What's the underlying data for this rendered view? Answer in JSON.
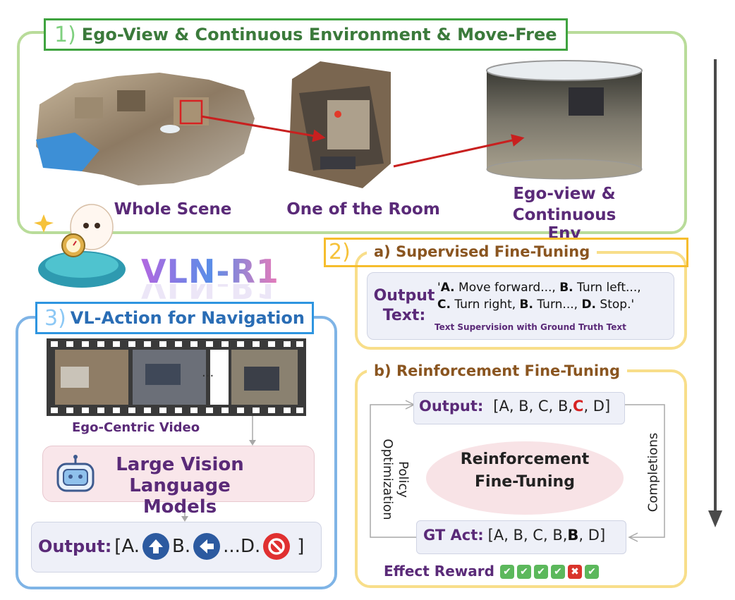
{
  "section1": {
    "number": "1)",
    "title": "Ego-View & Continuous Environment & Move-Free",
    "captions": {
      "whole_scene": "Whole Scene",
      "room": "One of the Room",
      "ego_line1": "Ego-view &",
      "ego_line2": "Continuous Env"
    }
  },
  "logo": {
    "text": "VLN-R1"
  },
  "section2": {
    "number": "2)",
    "sft": {
      "title": "a) Supervised Fine-Tuning",
      "output_label_line1": "Output",
      "output_label_line2": "Text:",
      "text": {
        "q1": "'",
        "a": "A.",
        "a_text": " Move forward..., ",
        "b": "B.",
        "b_text": " Turn left...,",
        "c": "C.",
        "c_text": " Turn right, ",
        "b2": "B.",
        "b2_text": " Turn..., ",
        "d": "D.",
        "d_text": " Stop.'"
      },
      "supervision_note": "Text Supervision with Ground Truth Text"
    },
    "rft": {
      "title": "b) Reinforcement Fine-Tuning",
      "output_label": "Output:",
      "output_pre": "[A, B, C, B, ",
      "output_highlight": "C",
      "output_post": ", D]",
      "center_line1": "Reinforcement",
      "center_line2": "Fine-Tuning",
      "left_line1": "Policy",
      "left_line2": "Optimization",
      "right_label": "Completions",
      "gt_label": "GT Act:",
      "gt_pre": "[A, B, C, B, ",
      "gt_highlight": "B",
      "gt_post": ", D]",
      "reward_label": "Effect Reward",
      "rewards": [
        "correct",
        "correct",
        "correct",
        "correct",
        "wrong",
        "correct"
      ]
    }
  },
  "section3": {
    "number": "3)",
    "title": "VL-Action for Navigation",
    "ellipsis": "...",
    "video_caption": "Ego-Centric Video",
    "lvlm_line1": "Large Vision",
    "lvlm_line2": "Language Models",
    "output_label": "Output:",
    "open": "[A.",
    "b": "B.",
    "d": "...D.",
    "close": "]",
    "icons": [
      "arrow-up-icon",
      "arrow-left-icon",
      "stop-icon"
    ]
  },
  "colors": {
    "green_border": "#b9dc9a",
    "blue_border": "#7fb4e6",
    "yellow_border": "#f8de8a",
    "purple_text": "#5a2a78",
    "accent_red": "#d62222",
    "check_green": "#5cb85c",
    "cross_red": "#d9342b"
  }
}
